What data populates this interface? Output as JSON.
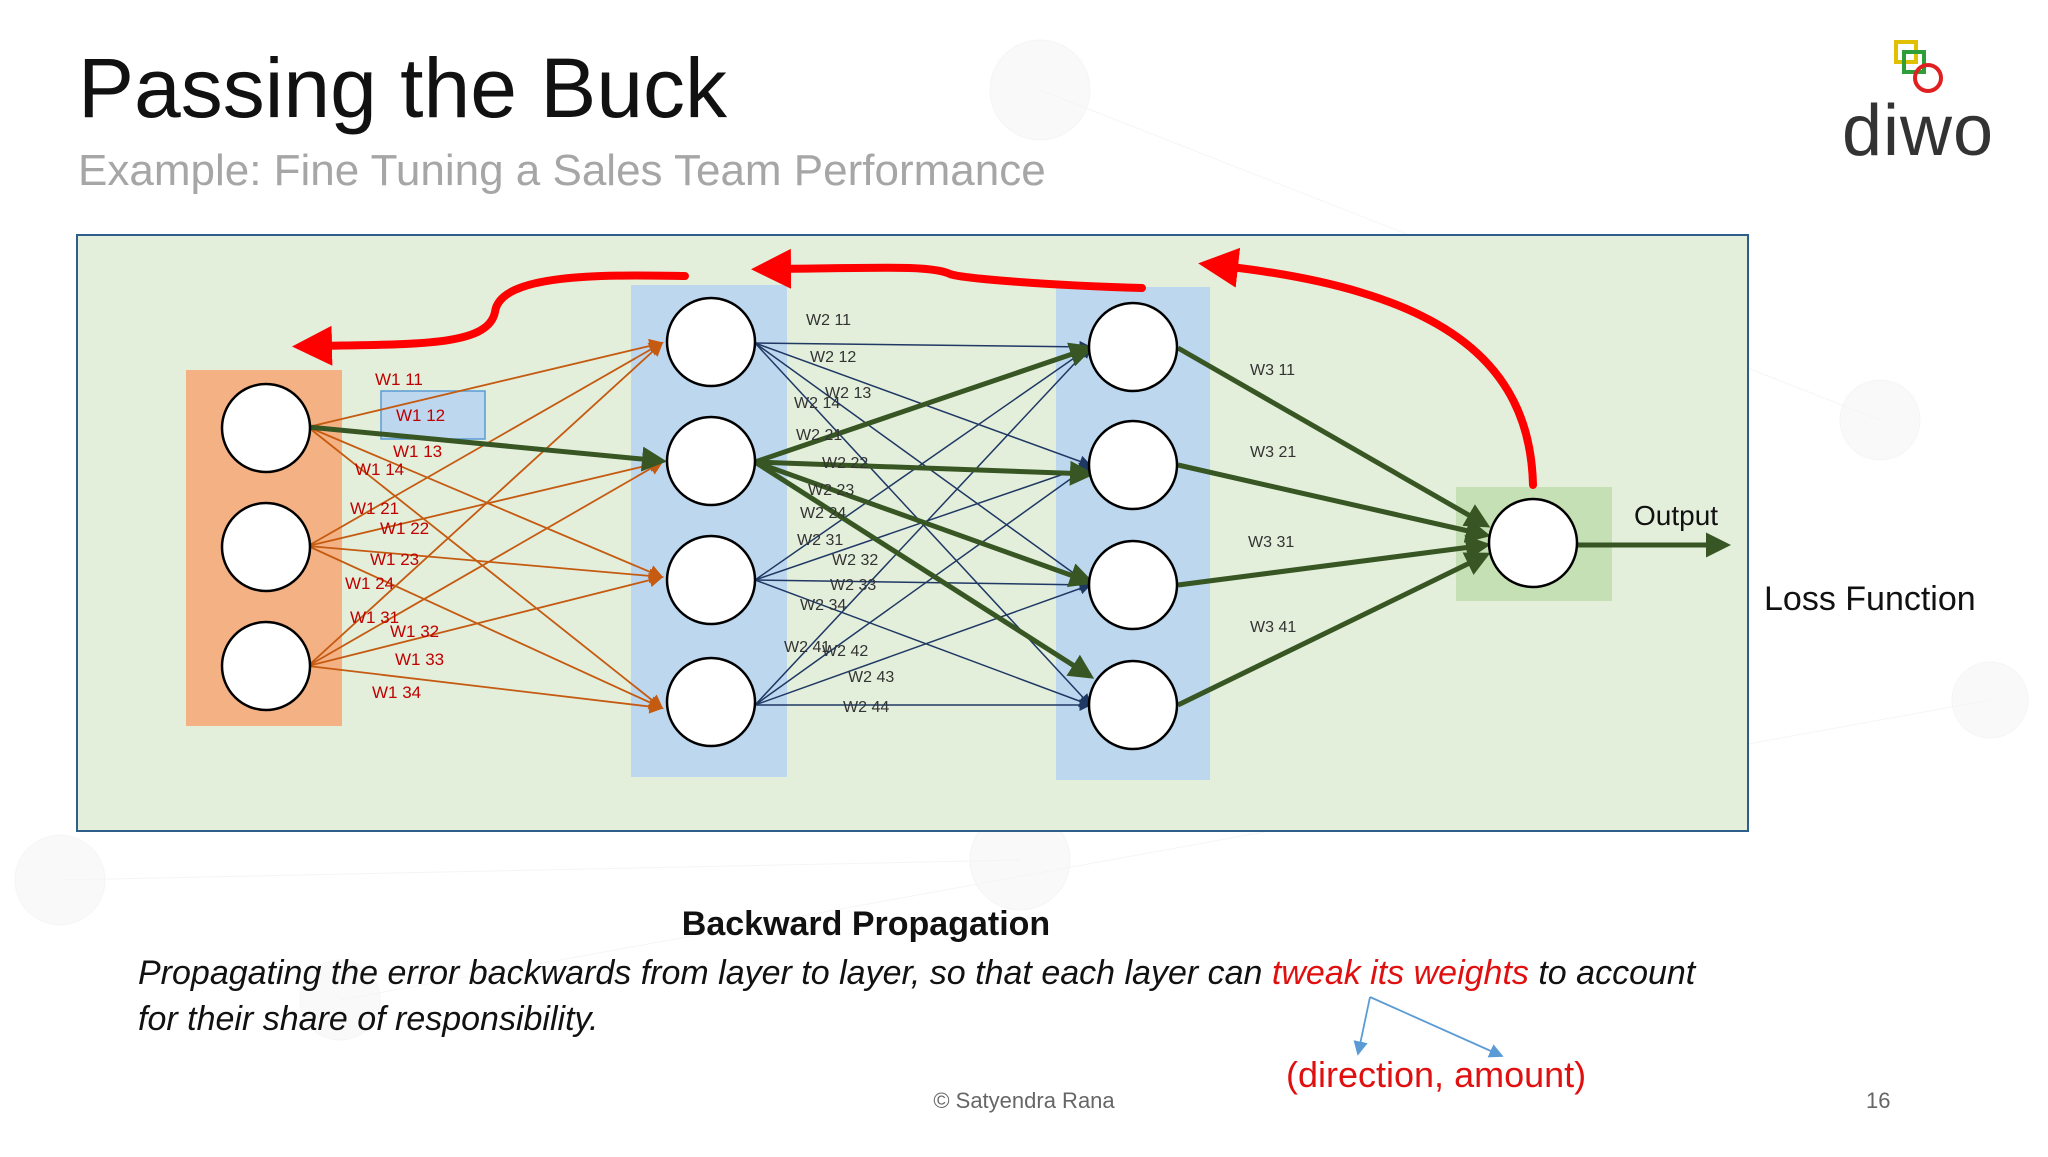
{
  "slide": {
    "title": "Passing the Buck",
    "subtitle": "Example: Fine Tuning a Sales Team Performance",
    "logo_text": "diwo",
    "output_label": "Output",
    "loss_label": "Loss Function",
    "bp_title": "Backward Propagation",
    "bp_text_before": "Propagating the error backwards from layer to layer, so that each layer can ",
    "bp_text_highlight": "tweak its weights",
    "bp_text_after": " to account for their share of responsibility.",
    "direction_amount": "(direction, amount)",
    "copyright": "© Satyendra Rana",
    "page_number": "16"
  },
  "colors": {
    "panel_bg": "#e3efdb",
    "panel_border": "#2e5f8a",
    "input_layer": "#f4b183",
    "hidden_layer": "#bdd7ee",
    "output_box": "#c5e0b4",
    "w1_edges": "#c55a11",
    "w2_edges": "#1f3864",
    "w3_edges": "#375623",
    "back_arrows": "#ff0000",
    "weight_label_w1": "#c00000"
  },
  "weight_labels": {
    "w1": [
      "W1 11",
      "W1 12",
      "W1 13",
      "W1 14",
      "W1 21",
      "W1 22",
      "W1 23",
      "W1 24",
      "W1 31",
      "W1 32",
      "W1 33",
      "W1 34"
    ],
    "w2": [
      "W2 11",
      "W2 12",
      "W2 13",
      "W2 14",
      "W2 21",
      "W2 22",
      "W2 23",
      "W2 24",
      "W2 31",
      "W2 32",
      "W2 33",
      "W2 34",
      "W2 41",
      "W2 42",
      "W2 43",
      "W2 44"
    ],
    "w3": [
      "W3 11",
      "W3 21",
      "W3 31",
      "W3 41"
    ]
  }
}
